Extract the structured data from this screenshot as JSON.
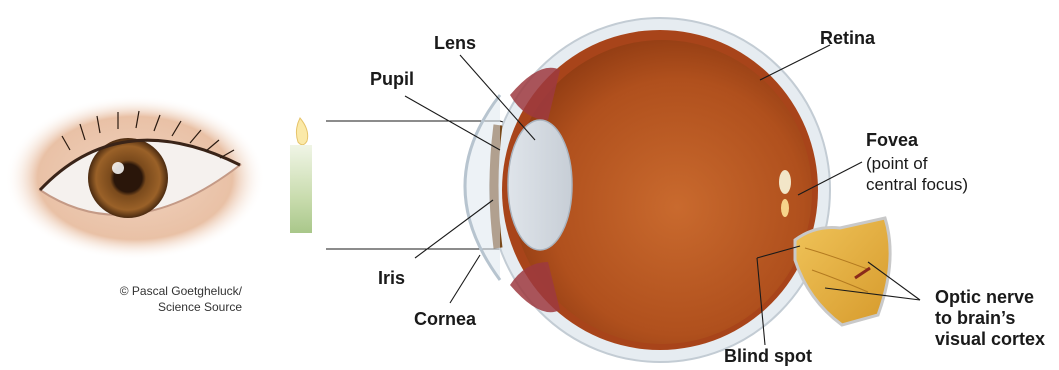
{
  "labels": {
    "lens": "Lens",
    "pupil": "Pupil",
    "retina": "Retina",
    "fovea": "Fovea",
    "fovea_line1": "(point of",
    "fovea_line2": "central focus)",
    "iris": "Iris",
    "cornea": "Cornea",
    "blind_spot": "Blind spot",
    "optic_line1": "Optic nerve",
    "optic_line2": "to brain’s",
    "optic_line3": "visual cortex"
  },
  "credit": {
    "line1": "© Pascal Goetgheluck/",
    "line2": "Science Source"
  },
  "colors": {
    "eyeball_interior": "#b5521f",
    "sclera": "#e8eef3",
    "iris_brown": "#6b3a14",
    "optic_nerve": "#e0a535",
    "leader_line": "#1a1a1a"
  }
}
